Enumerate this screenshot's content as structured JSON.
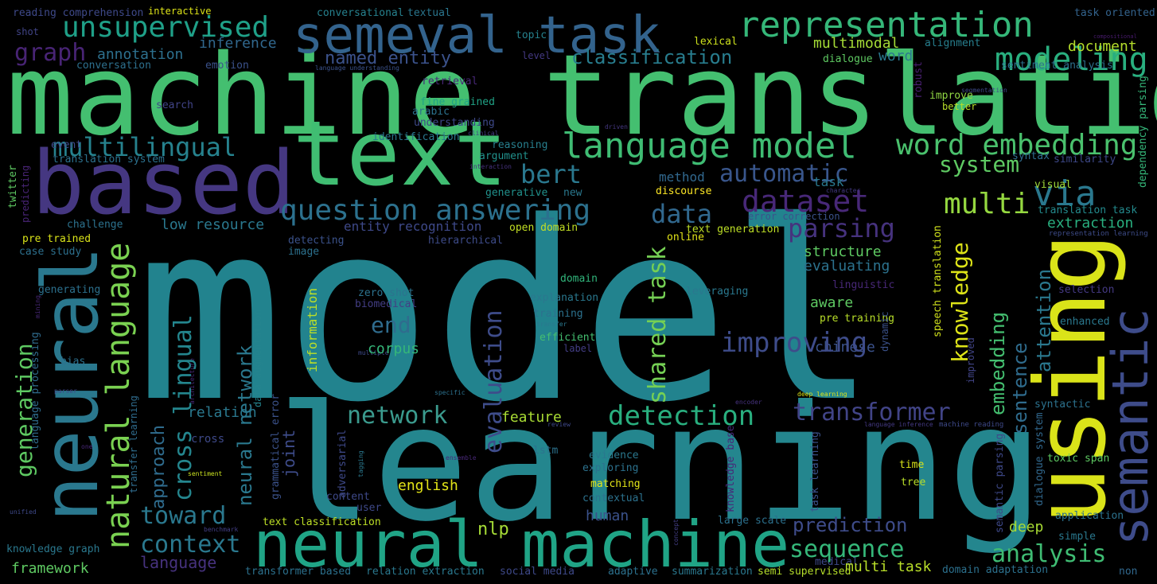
{
  "words": [
    {
      "text": "model",
      "color": "#22838e"
    },
    {
      "text": "learning",
      "color": "#24868e"
    },
    {
      "text": "machine translation",
      "color": "#44bf70"
    },
    {
      "text": "text",
      "color": "#40bd72"
    },
    {
      "text": "based",
      "color": "#453781"
    },
    {
      "text": "neural",
      "color": "#2a788e"
    },
    {
      "text": "using",
      "color": "#dae319"
    },
    {
      "text": "semantic",
      "color": "#3e4c8a"
    },
    {
      "text": "neural machine",
      "color": "#20a486"
    },
    {
      "text": "semeval task",
      "color": "#33638d"
    },
    {
      "text": "representation",
      "color": "#35b779"
    },
    {
      "text": "language model",
      "color": "#3fbc73"
    },
    {
      "text": "word embedding",
      "color": "#4ac16d"
    },
    {
      "text": "unsupervised",
      "color": "#1fa088"
    },
    {
      "text": "natural language",
      "color": "#7ad151"
    },
    {
      "text": "question answering",
      "color": "#2c718e"
    },
    {
      "text": "modeling",
      "color": "#29af7f"
    },
    {
      "text": "multilingual",
      "color": "#26828e"
    },
    {
      "text": "via",
      "color": "#2a788e"
    },
    {
      "text": "dataset",
      "color": "#482878"
    },
    {
      "text": "parsing",
      "color": "#46327e"
    },
    {
      "text": "multi",
      "color": "#95d840"
    },
    {
      "text": "system",
      "color": "#5ec962"
    },
    {
      "text": "bert",
      "color": "#2a788e"
    },
    {
      "text": "automatic",
      "color": "#39568c"
    },
    {
      "text": "data",
      "color": "#31688e"
    },
    {
      "text": "graph",
      "color": "#482475"
    },
    {
      "text": "classification",
      "color": "#287d8e"
    },
    {
      "text": "named entity",
      "color": "#3b528b"
    },
    {
      "text": "inference",
      "color": "#31688e"
    },
    {
      "text": "annotation",
      "color": "#2d708e"
    },
    {
      "text": "multimodal",
      "color": "#a5db36"
    },
    {
      "text": "document",
      "color": "#b5de2b"
    },
    {
      "text": "word",
      "color": "#2a788e"
    },
    {
      "text": "conversational",
      "color": "#26818e"
    },
    {
      "text": "textual",
      "color": "#2a768e"
    },
    {
      "text": "topic",
      "color": "#26828e"
    },
    {
      "text": "lexical",
      "color": "#cde11d"
    },
    {
      "text": "alignment",
      "color": "#277f8e"
    },
    {
      "text": "task oriented",
      "color": "#33638d"
    },
    {
      "text": "compositional",
      "color": "#481b6d"
    },
    {
      "text": "reading comprehension",
      "color": "#3e4989"
    },
    {
      "text": "interactive",
      "color": "#dde318"
    },
    {
      "text": "shot",
      "color": "#414487"
    },
    {
      "text": "conversation",
      "color": "#2d708e"
    },
    {
      "text": "emotion",
      "color": "#3b528b"
    },
    {
      "text": "language understanding",
      "color": "#3b528b"
    },
    {
      "text": "level",
      "color": "#443983"
    },
    {
      "text": "dialogue",
      "color": "#5ec962"
    },
    {
      "text": "robust",
      "color": "#481f70"
    },
    {
      "text": "sentiment analysis",
      "color": "#2c718e"
    },
    {
      "text": "retrieval",
      "color": "#482878"
    },
    {
      "text": "segmentation",
      "color": "#3e4989"
    },
    {
      "text": "search",
      "color": "#414487"
    },
    {
      "text": "fine grained",
      "color": "#20a386"
    },
    {
      "text": "arabic",
      "color": "#2c728e"
    },
    {
      "text": "improve",
      "color": "#90d743"
    },
    {
      "text": "better",
      "color": "#b8de29"
    },
    {
      "text": "understanding",
      "color": "#3e4989"
    },
    {
      "text": "clinical",
      "color": "#433e85"
    },
    {
      "text": "driven",
      "color": "#453781"
    },
    {
      "text": "dependency parsing",
      "color": "#35b779"
    },
    {
      "text": "identification",
      "color": "#2a788e"
    },
    {
      "text": "event",
      "color": "#3e4989"
    },
    {
      "text": "reasoning",
      "color": "#277f8e"
    },
    {
      "text": "argument",
      "color": "#21918c"
    },
    {
      "text": "translation system",
      "color": "#2c718e"
    },
    {
      "text": "interaction",
      "color": "#46327e"
    },
    {
      "text": "syntax",
      "color": "#2f6c8e"
    },
    {
      "text": "similarity",
      "color": "#3e4989"
    },
    {
      "text": "twitter",
      "color": "#5ec962"
    },
    {
      "text": "predicting",
      "color": "#482475"
    },
    {
      "text": "method",
      "color": "#31688e"
    },
    {
      "text": "task",
      "color": "#2a788e"
    },
    {
      "text": "visual",
      "color": "#a0da39"
    },
    {
      "text": "discourse",
      "color": "#fde725"
    },
    {
      "text": "generative",
      "color": "#21918c"
    },
    {
      "text": "new",
      "color": "#2a788e"
    },
    {
      "text": "character",
      "color": "#443983"
    },
    {
      "text": "translation task",
      "color": "#238a8d"
    },
    {
      "text": "challenge",
      "color": "#2c728e"
    },
    {
      "text": "low resource",
      "color": "#2a788e"
    },
    {
      "text": "entity recognition",
      "color": "#3e4989"
    },
    {
      "text": "error correction",
      "color": "#3b528b"
    },
    {
      "text": "extraction",
      "color": "#29af7f"
    },
    {
      "text": "pre trained",
      "color": "#d8e219"
    },
    {
      "text": "open domain",
      "color": "#c2df23"
    },
    {
      "text": "text generation",
      "color": "#bddf26"
    },
    {
      "text": "representation learning",
      "color": "#3e4c8a"
    },
    {
      "text": "case study",
      "color": "#2d708e"
    },
    {
      "text": "detecting",
      "color": "#3b528b"
    },
    {
      "text": "hierarchical",
      "color": "#3e4c8a"
    },
    {
      "text": "online",
      "color": "#e2e418"
    },
    {
      "text": "image",
      "color": "#2c718e"
    },
    {
      "text": "structure",
      "color": "#5ec962"
    },
    {
      "text": "evaluating",
      "color": "#2c728e"
    },
    {
      "text": "speech translation",
      "color": "#d0e11c"
    },
    {
      "text": "generating",
      "color": "#2c718e"
    },
    {
      "text": "zero shot",
      "color": "#2c728e"
    },
    {
      "text": "biomedical",
      "color": "#433e85"
    },
    {
      "text": "explanation",
      "color": "#2a788e"
    },
    {
      "text": "training",
      "color": "#2c728e"
    },
    {
      "text": "transfer",
      "color": "#2a788e"
    },
    {
      "text": "efficient",
      "color": "#44bf70"
    },
    {
      "text": "label",
      "color": "#433e85"
    },
    {
      "text": "domain",
      "color": "#31b57b"
    },
    {
      "text": "linguistic",
      "color": "#482878"
    },
    {
      "text": "leveraging",
      "color": "#2a788e"
    },
    {
      "text": "aware",
      "color": "#5ec962"
    },
    {
      "text": "pre training",
      "color": "#b8de29"
    },
    {
      "text": "chinese",
      "color": "#3b528b"
    },
    {
      "text": "selection",
      "color": "#443983"
    },
    {
      "text": "enhanced",
      "color": "#2a788e"
    },
    {
      "text": "improved",
      "color": "#414487"
    },
    {
      "text": "dynamic",
      "color": "#3b528b"
    },
    {
      "text": "information",
      "color": "#bddf26"
    },
    {
      "text": "data augmentation",
      "color": "#25848e"
    },
    {
      "text": "grammatical error",
      "color": "#3b528b"
    },
    {
      "text": "architecture",
      "color": "#482878"
    },
    {
      "text": "language processing",
      "color": "#2f6c8e"
    },
    {
      "text": "mining",
      "color": "#482878"
    },
    {
      "text": "multiple",
      "color": "#3e4989"
    },
    {
      "text": "bias",
      "color": "#2c718e"
    },
    {
      "text": "parser",
      "color": "#3e4989"
    },
    {
      "text": "specific",
      "color": "#2c728e"
    },
    {
      "text": "encoder",
      "color": "#46327e"
    },
    {
      "text": "deep learning",
      "color": "#dce319"
    },
    {
      "text": "syntactic",
      "color": "#2c728e"
    },
    {
      "text": "machine reading",
      "color": "#3e4989"
    },
    {
      "text": "language inference",
      "color": "#443983"
    },
    {
      "text": "transfer learning",
      "color": "#2f6c8e"
    },
    {
      "text": "one",
      "color": "#482878"
    },
    {
      "text": "review",
      "color": "#3e4989"
    },
    {
      "text": "evidence",
      "color": "#2a788e"
    },
    {
      "text": "exploring",
      "color": "#2c728e"
    },
    {
      "text": "ensemble",
      "color": "#482878"
    },
    {
      "text": "tagging",
      "color": "#2a788e"
    },
    {
      "text": "adversarial",
      "color": "#3e4989"
    },
    {
      "text": "knowledge base",
      "color": "#482878"
    },
    {
      "text": "task learning",
      "color": "#3b528b"
    },
    {
      "text": "semantic parsing",
      "color": "#3e4989"
    },
    {
      "text": "dialogue system",
      "color": "#31688e"
    },
    {
      "text": "toxic span",
      "color": "#5ec962"
    },
    {
      "text": "time",
      "color": "#d8e219"
    },
    {
      "text": "tree",
      "color": "#b8de29"
    },
    {
      "text": "application",
      "color": "#2c728e"
    },
    {
      "text": "simple",
      "color": "#2a788e"
    },
    {
      "text": "sentiment",
      "color": "#c8e020"
    },
    {
      "text": "unified",
      "color": "#3e4989"
    },
    {
      "text": "benchmark",
      "color": "#433e85"
    },
    {
      "text": "concept",
      "color": "#433e85"
    },
    {
      "text": "knowledge graph",
      "color": "#2a788e"
    },
    {
      "text": "framework",
      "color": "#5ec962"
    },
    {
      "text": "transformer based",
      "color": "#2c718e"
    },
    {
      "text": "relation extraction",
      "color": "#2a788e"
    },
    {
      "text": "social media",
      "color": "#3e4989"
    },
    {
      "text": "adaptive",
      "color": "#2c718e"
    },
    {
      "text": "summarization",
      "color": "#2a788e"
    },
    {
      "text": "semi supervised",
      "color": "#b5de2b"
    },
    {
      "text": "domain adaptation",
      "color": "#2c718e"
    },
    {
      "text": "non",
      "color": "#31688e"
    },
    {
      "text": "text classification",
      "color": "#bddf26"
    },
    {
      "text": "user",
      "color": "#3e4989"
    },
    {
      "text": "content",
      "color": "#3e4989"
    },
    {
      "text": "contextual",
      "color": "#2c728e"
    },
    {
      "text": "human",
      "color": "#3b528b"
    },
    {
      "text": "matching",
      "color": "#e2e418"
    },
    {
      "text": "english",
      "color": "#e2e418"
    },
    {
      "text": "large scale",
      "color": "#2c718e"
    },
    {
      "text": "medical",
      "color": "#3e4989"
    },
    {
      "text": "deep",
      "color": "#a8db34"
    },
    {
      "text": "multi task",
      "color": "#b8de29"
    },
    {
      "text": "analysis",
      "color": "#3fbc73"
    },
    {
      "text": "sequence",
      "color": "#35b779"
    },
    {
      "text": "prediction",
      "color": "#3e4c8a"
    },
    {
      "text": "transformer",
      "color": "#414487"
    },
    {
      "text": "detection",
      "color": "#29af7f"
    },
    {
      "text": "network",
      "color": "#3b9b8e"
    },
    {
      "text": "context",
      "color": "#2a788e"
    },
    {
      "text": "language",
      "color": "#46327e"
    },
    {
      "text": "toward",
      "color": "#2a788e"
    },
    {
      "text": "nlp",
      "color": "#a5db36"
    },
    {
      "text": "feature",
      "color": "#a8db34"
    },
    {
      "text": "lstm",
      "color": "#2c728e"
    },
    {
      "text": "corpus",
      "color": "#35b779"
    },
    {
      "text": "end",
      "color": "#2f6c8e"
    },
    {
      "text": "improving",
      "color": "#3e4c8a"
    },
    {
      "text": "relation",
      "color": "#2a788e"
    },
    {
      "text": "cross",
      "color": "#3e4989"
    },
    {
      "text": "joint",
      "color": "#3e4c8a"
    },
    {
      "text": "generation",
      "color": "#5ec962"
    },
    {
      "text": "approach",
      "color": "#2f6c8e"
    },
    {
      "text": "cross lingual",
      "color": "#24868e"
    },
    {
      "text": "neural network",
      "color": "#2a788e"
    },
    {
      "text": "shared task",
      "color": "#75d054"
    },
    {
      "text": "evaluation",
      "color": "#3e4c8a"
    },
    {
      "text": "sentence",
      "color": "#2f6c8e"
    },
    {
      "text": "attention",
      "color": "#2a788e"
    },
    {
      "text": "embedding",
      "color": "#44bf70"
    },
    {
      "text": "knowledge",
      "color": "#dde318"
    }
  ]
}
